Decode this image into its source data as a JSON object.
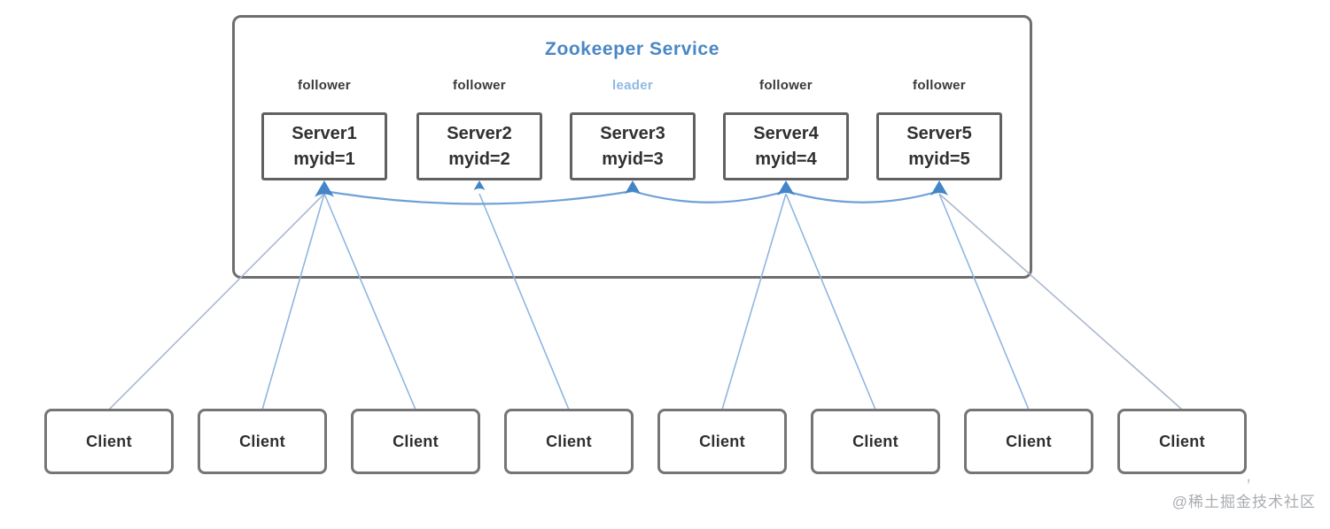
{
  "diagram": {
    "title": "Zookeeper Service",
    "servers": [
      {
        "id": "Server1",
        "role": "follower",
        "name": "Server1",
        "myid": "myid=1"
      },
      {
        "id": "Server2",
        "role": "follower",
        "name": "Server2",
        "myid": "myid=2"
      },
      {
        "id": "Server3",
        "role": "leader",
        "name": "Server3",
        "myid": "myid=3"
      },
      {
        "id": "Server4",
        "role": "follower",
        "name": "Server4",
        "myid": "myid=4"
      },
      {
        "id": "Server5",
        "role": "follower",
        "name": "Server5",
        "myid": "myid=5"
      }
    ],
    "clients": [
      {
        "id": "Client1",
        "label": "Client"
      },
      {
        "id": "Client2",
        "label": "Client"
      },
      {
        "id": "Client3",
        "label": "Client"
      },
      {
        "id": "Client4",
        "label": "Client"
      },
      {
        "id": "Client5",
        "label": "Client"
      },
      {
        "id": "Client6",
        "label": "Client"
      },
      {
        "id": "Client7",
        "label": "Client"
      },
      {
        "id": "Client8",
        "label": "Client"
      }
    ],
    "connections": {
      "leader_links": [
        {
          "from": "Server1",
          "to": "Server3"
        },
        {
          "from": "Server3",
          "to": "Server4"
        },
        {
          "from": "Server4",
          "to": "Server5"
        }
      ],
      "client_links": [
        {
          "from": "Server1",
          "to": "Client1",
          "muted": true
        },
        {
          "from": "Server1",
          "to": "Client2"
        },
        {
          "from": "Server1",
          "to": "Client3"
        },
        {
          "from": "Server2",
          "to": "Client4"
        },
        {
          "from": "Server4",
          "to": "Client5"
        },
        {
          "from": "Server4",
          "to": "Client6"
        },
        {
          "from": "Server5",
          "to": "Client7"
        },
        {
          "from": "Server5",
          "to": "Client8",
          "muted": true
        }
      ]
    },
    "colors": {
      "title_blue": "#4a87c5",
      "leader_blue": "#8fb9e3",
      "connector_blue": "#6fa0d6",
      "client_line_blue": "#8fb6e0",
      "muted_line": "#aab9ce",
      "arrow_blue": "#4385c8",
      "box_border_gray": "#6e6e6e",
      "text_dark": "#303030",
      "watermark_gray": "#a9acb0"
    },
    "watermark": "@稀土掘金技术社区",
    "stray_mark": ","
  }
}
